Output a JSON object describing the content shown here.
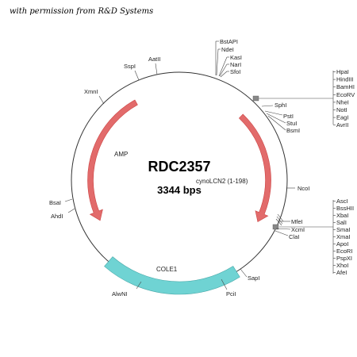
{
  "credit": "with permission from R&D Systems",
  "plasmid": {
    "name": "RDC2357",
    "size": "3344 bps"
  },
  "features": {
    "amp": {
      "label": "AMP",
      "color": "#e26b6b"
    },
    "cyno": {
      "label": "cynoLCN2 (1-198)",
      "color": "#e26b6b"
    },
    "cole1": {
      "label": "COLE1",
      "color": "#6fd3d3"
    }
  },
  "sites": {
    "bstapi": "BstAPI",
    "ndei": "NdeI",
    "kasi": "KasI",
    "nari": "NarI",
    "sfoi": "SfoI",
    "aatii": "AatII",
    "sspi": "SspI",
    "xmni": "XmnI",
    "sphi": "SphI",
    "psti": "PstI",
    "stui": "StuI",
    "bsmi": "BsmI",
    "ncoi": "NcoI",
    "mfei": "MfeI",
    "xcmi": "XcmI",
    "clai": "ClaI",
    "sapi": "SapI",
    "pcii": "PciI",
    "alwni": "AlwNI",
    "ahdi": "AhdI",
    "bsai": "BsaI"
  },
  "mcs1": [
    "HpaI",
    "HindIII",
    "BamHI",
    "EcoRV",
    "NheI",
    "NotI",
    "EagI",
    "AvrII"
  ],
  "mcs2": [
    "AscI",
    "BssHII",
    "XbaI",
    "SalI",
    "SmaI",
    "XmaI",
    "ApoI",
    "EcoRI",
    "PspXI",
    "XhoI",
    "AfeI"
  ]
}
